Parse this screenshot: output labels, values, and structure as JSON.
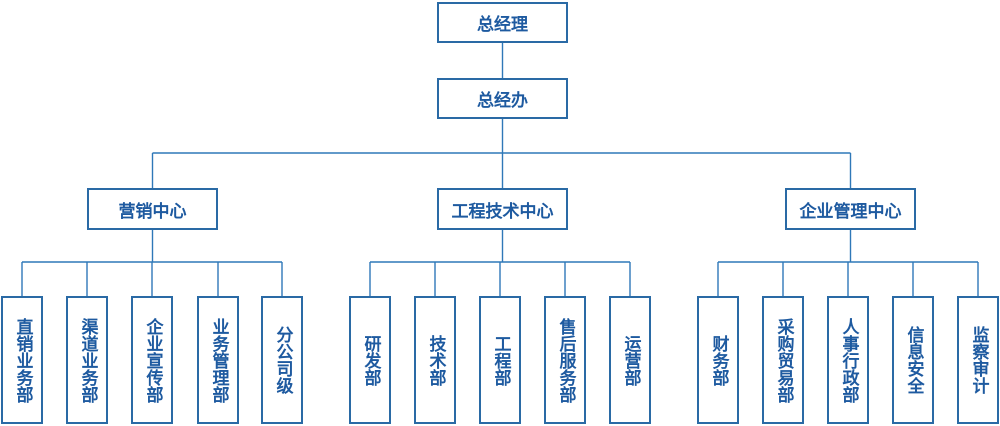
{
  "colors": {
    "border": "#2a6aa5",
    "text": "#1e5aa0",
    "connector": "#2f78b8"
  },
  "org": {
    "top": "总经理",
    "office": "总经办",
    "centers": [
      {
        "name": "营销中心",
        "departments": [
          "直销业务部",
          "渠道业务部",
          "企业宣传部",
          "业务管理部",
          "分公司级"
        ]
      },
      {
        "name": "工程技术中心",
        "departments": [
          "研发部",
          "技术部",
          "工程部",
          "售后服务部",
          "运营部"
        ]
      },
      {
        "name": "企业管理中心",
        "departments": [
          "财务部",
          "采购贸易部",
          "人事行政部",
          "信息安全",
          "监察审计"
        ]
      }
    ]
  }
}
